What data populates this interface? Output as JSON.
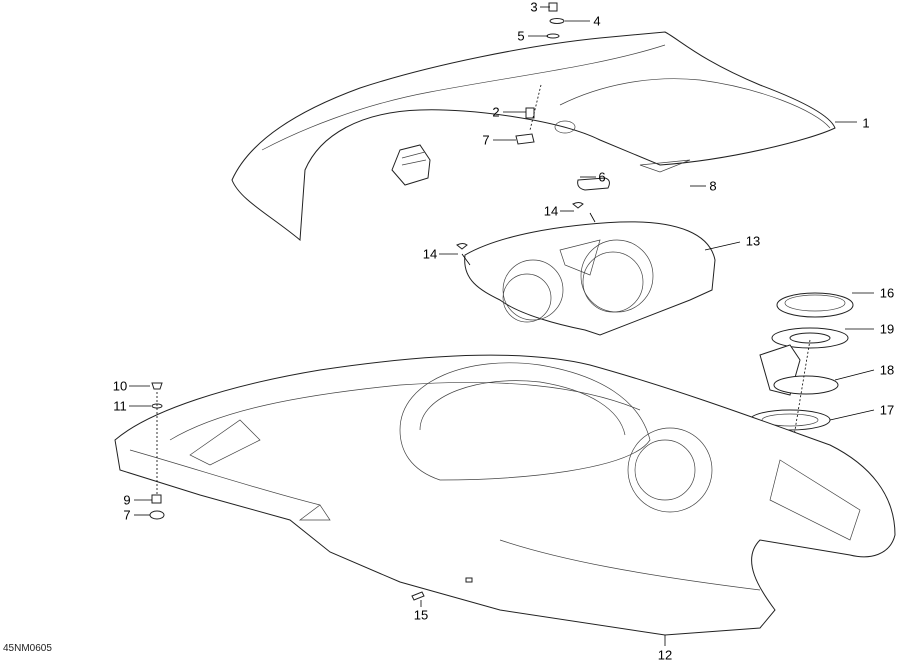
{
  "diagram_code": "45NM0605",
  "callouts": {
    "c1": "1",
    "c2": "2",
    "c3": "3",
    "c4": "4",
    "c5": "5",
    "c6": "6",
    "c7a": "7",
    "c7b": "7",
    "c8": "8",
    "c9": "9",
    "c10": "10",
    "c11": "11",
    "c12": "12",
    "c13": "13",
    "c14a": "14",
    "c14b": "14",
    "c15": "15",
    "c16": "16",
    "c17": "17",
    "c18": "18",
    "c19": "19"
  }
}
